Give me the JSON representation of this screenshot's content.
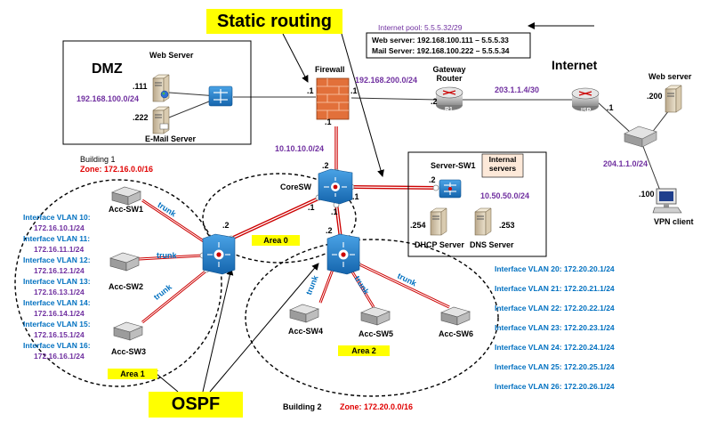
{
  "callouts": {
    "static_routing": "Static routing",
    "ospf": "OSPF"
  },
  "nat": {
    "pool": "Internet pool: 5.5.5.32/29",
    "web": "Web server: 192.168.100.111 – 5.5.5.33",
    "mail": "Mail Server: 192.168.100.222 – 5.5.5.34"
  },
  "dmz": {
    "title": "DMZ",
    "web_server": "Web Server",
    "mail_server": "E-Mail Server",
    "web_ip": ".111",
    "mail_ip": ".222",
    "net": "192.168.100.0/24",
    "fw_if": ".1"
  },
  "internet": {
    "title": "Internet",
    "fw_label": "Firewall",
    "fw_right_if": ".1",
    "fw_down_if": ".1",
    "fw_gw_net": "192.168.200.0/24",
    "gw_label": "Gateway Router",
    "gw_left_if": ".2",
    "r1": "R1",
    "isp_link": "203.1.1.4/30",
    "isp": "ISP",
    "isp_if": ".1",
    "isp_net": "204.1.1.0/24",
    "web_server": "Web server",
    "web_ip": ".200",
    "vpn": "VPN client",
    "vpn_ip": ".100"
  },
  "core": {
    "name": "CoreSW",
    "fw_core_net": "10.10.10.0/24",
    "up_if": ".2",
    "left_if": ".1",
    "down_if": ".1",
    "right_if": ".1"
  },
  "servers": {
    "box_title": "Internal servers",
    "switch": "Server-SW1",
    "sw_if": ".2",
    "net": "10.50.50.0/24",
    "dhcp": "DHCP Server",
    "dhcp_ip": ".254",
    "dns": "DNS Server",
    "dns_ip": ".253"
  },
  "building1": {
    "title": "Building 1",
    "zone": "Zone: 172.16.0.0/16",
    "dist_if": ".2",
    "switches": [
      "Acc-SW1",
      "Acc-SW2",
      "Acc-SW3"
    ],
    "trunk": "trunk",
    "vlans": [
      {
        "label": "Interface VLAN 10:",
        "ip": "172.16.10.1/24"
      },
      {
        "label": "Interface VLAN 11:",
        "ip": "172.16.11.1/24"
      },
      {
        "label": "Interface VLAN 12:",
        "ip": "172.16.12.1/24"
      },
      {
        "label": "Interface VLAN 13:",
        "ip": "172.16.13.1/24"
      },
      {
        "label": "Interface VLAN 14:",
        "ip": "172.16.14.1/24"
      },
      {
        "label": "Interface VLAN 15:",
        "ip": "172.16.15.1/24"
      },
      {
        "label": "Interface VLAN 16:",
        "ip": "172.16.16.1/24"
      }
    ]
  },
  "building2": {
    "title": "Building 2",
    "zone": "Zone: 172.20.0.0/16",
    "dist_if": ".2",
    "switches": [
      "Acc-SW4",
      "Acc-SW5",
      "Acc-SW6"
    ],
    "vlans": [
      "Interface VLAN 20: 172.20.20.1/24",
      "Interface VLAN 21: 172.20.21.1/24",
      "Interface VLAN 22: 172.20.22.1/24",
      "Interface VLAN 23: 172.20.23.1/24",
      "Interface VLAN 24: 172.20.24.1/24",
      "Interface VLAN 25: 172.20.25.1/24",
      "Interface VLAN 26: 172.20.26.1/24"
    ]
  },
  "areas": {
    "area0": "Area 0",
    "area1": "Area 1",
    "area2": "Area 2"
  },
  "colors": {
    "purple": "#7030a0",
    "red": "#e00000",
    "blue": "#0070c0",
    "highlight": "#ffff00",
    "device_blue": "#1e7fc8",
    "trunk": "#cc0000"
  }
}
